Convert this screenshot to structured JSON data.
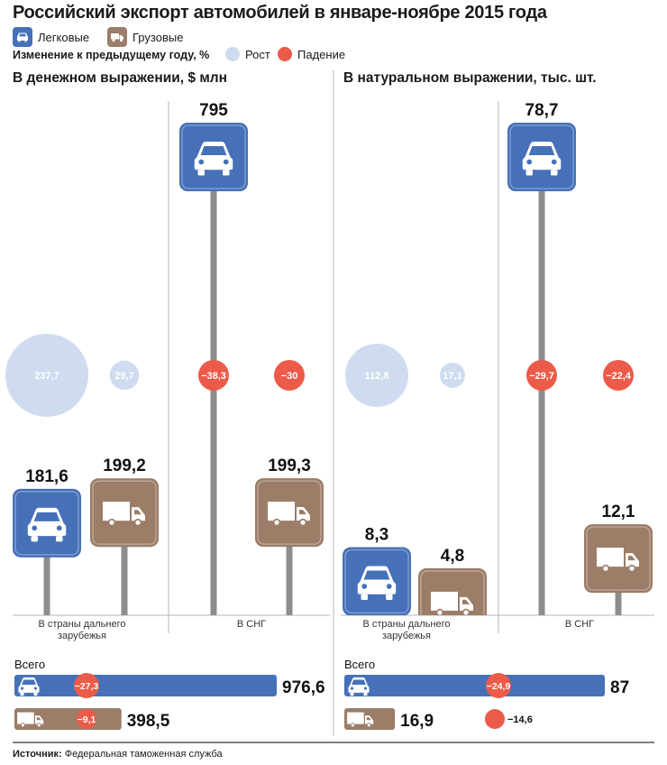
{
  "title": "Российский экспорт автомобилей в январе-ноябре 2015 года",
  "legend": {
    "passenger": "Легковые",
    "trucks": "Грузовые",
    "change_note": "Изменение к предыдущему году, %",
    "growth": "Рост",
    "decline": "Падение"
  },
  "colors": {
    "passenger": "#4671b8",
    "trucks": "#9b7d68",
    "growth": "#cfdcf0",
    "decline": "#ec5a49",
    "pole": "#8d8d8d",
    "divider": "#b5b5b5"
  },
  "icons": {
    "passenger": "car-icon",
    "trucks": "truck-icon"
  },
  "source": {
    "label": "Источник:",
    "text": "Федеральная таможенная служба"
  },
  "chart_data": [
    {
      "type": "bar",
      "title": "В денежном выражении, $ млн",
      "categories": [
        "В страны дальнего зарубежья",
        "В СНГ"
      ],
      "series": [
        {
          "name": "Легковые",
          "values": [
            "181,6",
            "795"
          ],
          "change": [
            "237,7",
            "−38,3"
          ]
        },
        {
          "name": "Грузовые",
          "values": [
            "199,2",
            "199,3"
          ],
          "change": [
            "29,7",
            "−30"
          ]
        }
      ],
      "total": {
        "label": "Всего",
        "passenger": {
          "value": "976,6",
          "change": "−27,3"
        },
        "trucks": {
          "value": "398,5",
          "change": "−9,1"
        }
      }
    },
    {
      "type": "bar",
      "title": "В натуральном выражении, тыс. шт.",
      "categories": [
        "В страны дальнего зарубежья",
        "В СНГ"
      ],
      "series": [
        {
          "name": "Легковые",
          "values": [
            "8,3",
            "78,7"
          ],
          "change": [
            "112,8",
            "−29,7"
          ]
        },
        {
          "name": "Грузовые",
          "values": [
            "4,8",
            "12,1"
          ],
          "change": [
            "17,1",
            "−22,4"
          ]
        }
      ],
      "total": {
        "label": "Всего",
        "passenger": {
          "value": "87",
          "change": "−24,9"
        },
        "trucks": {
          "value": "16,9",
          "change": "−14,6"
        }
      }
    }
  ]
}
